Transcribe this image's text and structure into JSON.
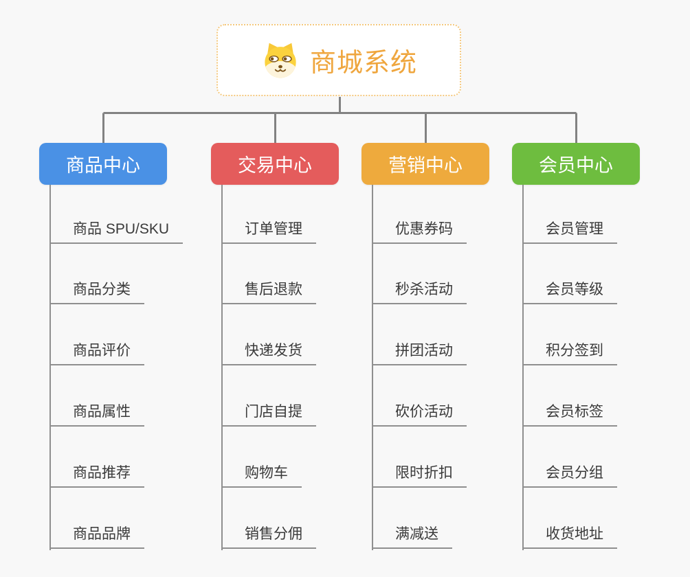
{
  "root": {
    "title": "商城系统",
    "icon": "shiba-dog-face-icon"
  },
  "branches": [
    {
      "label": "商品中心",
      "color": "#4a91e5",
      "children": [
        "商品 SPU/SKU",
        "商品分类",
        "商品评价",
        "商品属性",
        "商品推荐",
        "商品品牌"
      ]
    },
    {
      "label": "交易中心",
      "color": "#e45c5c",
      "children": [
        "订单管理",
        "售后退款",
        "快递发货",
        "门店自提",
        "购物车",
        "销售分佣"
      ]
    },
    {
      "label": "营销中心",
      "color": "#eeaa3d",
      "children": [
        "优惠券码",
        "秒杀活动",
        "拼团活动",
        "砍价活动",
        "限时折扣",
        "满减送"
      ]
    },
    {
      "label": "会员中心",
      "color": "#6ebd3f",
      "children": [
        "会员管理",
        "会员等级",
        "积分签到",
        "会员标签",
        "会员分组",
        "收货地址"
      ]
    }
  ],
  "theme": {
    "bg": "#f8f8f8",
    "accent": "#efa63e",
    "root-border": "#f4c87d",
    "line": "#828282",
    "underline": "#8f8f8f",
    "text": "#3a3a3a"
  }
}
